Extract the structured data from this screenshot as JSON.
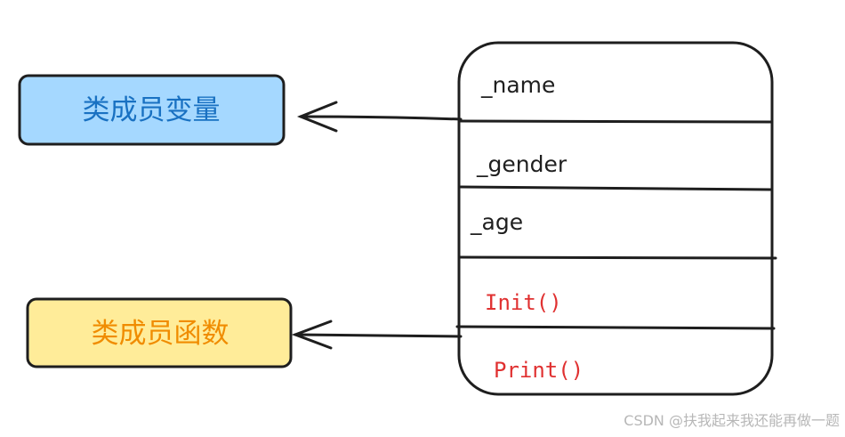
{
  "left_boxes": [
    {
      "label": "类成员变量",
      "fill": "#a5d8ff",
      "text_color": "#1971c2"
    },
    {
      "label": "类成员函数",
      "fill": "#ffec99",
      "text_color": "#f08c00"
    }
  ],
  "class_members": {
    "variables": [
      "_name",
      "_gender",
      "_age"
    ],
    "methods": [
      "Init()",
      "Print()"
    ]
  },
  "colors": {
    "stroke": "#1e1e1e",
    "method_text": "#e03131"
  },
  "watermark": "CSDN @扶我起来我还能再做一题"
}
